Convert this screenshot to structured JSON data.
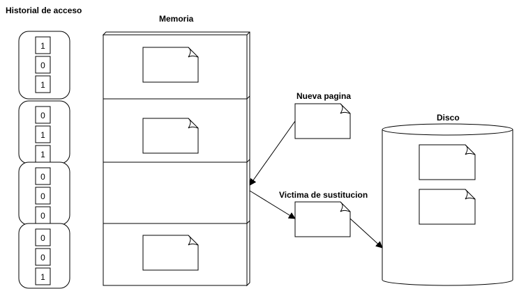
{
  "labels": {
    "history_title": "Historial de acceso",
    "memory_title": "Memoria",
    "new_page": "Nueva pagina",
    "victim": "Victima de sustitucion",
    "disk": "Disco"
  },
  "access_history": [
    [
      "1",
      "0",
      "1"
    ],
    [
      "0",
      "1",
      "1"
    ],
    [
      "0",
      "0",
      "0"
    ],
    [
      "0",
      "0",
      "1"
    ]
  ],
  "memory_frames": [
    {
      "has_page": true
    },
    {
      "has_page": true
    },
    {
      "has_page": false
    },
    {
      "has_page": true
    }
  ],
  "disk_pages": 2,
  "colors": {
    "stroke": "#000000",
    "fill": "#ffffff"
  }
}
